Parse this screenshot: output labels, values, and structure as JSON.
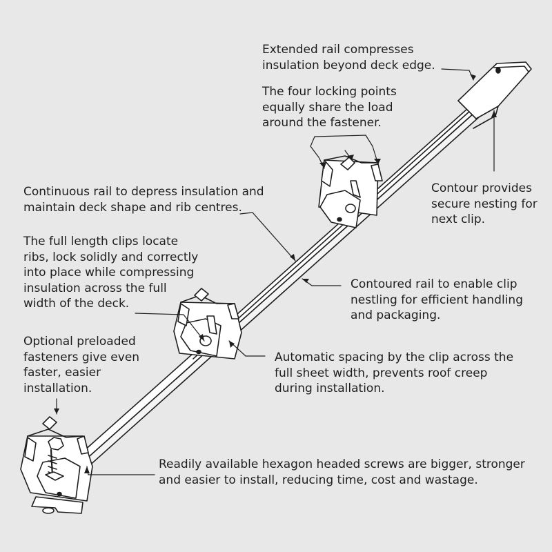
{
  "colors": {
    "background": "#e8e8e8",
    "ink": "#1e1e1e",
    "metal": "#ffffff"
  },
  "callouts": {
    "extended_rail": [
      "Extended rail compresses",
      "insulation beyond deck edge."
    ],
    "locking_points": [
      "The four locking points",
      "equally share the load",
      "around the fastener."
    ],
    "contour": [
      "Contour provides",
      "secure nesting for",
      "next clip."
    ],
    "continuous_rail": [
      "Continuous rail to depress insulation and",
      "maintain deck shape and rib centres."
    ],
    "full_length_clips": [
      "The full length clips locate",
      "ribs, lock solidly and correctly",
      "into place while compressing",
      "insulation across the full",
      "width of the deck."
    ],
    "contoured_rail": [
      "Contoured rail to enable clip",
      "nestling for efficient handling",
      "and packaging."
    ],
    "preloaded_fasteners": [
      "Optional preloaded",
      "fasteners give even",
      "faster, easier",
      "installation."
    ],
    "automatic_spacing": [
      "Automatic spacing by the clip across the",
      "full sheet width, prevents roof creep",
      "during installation."
    ],
    "hexagon_screws": [
      "Readily available hexagon headed screws are bigger, stronger",
      "and easier to install, reducing time, cost and wastage."
    ]
  }
}
